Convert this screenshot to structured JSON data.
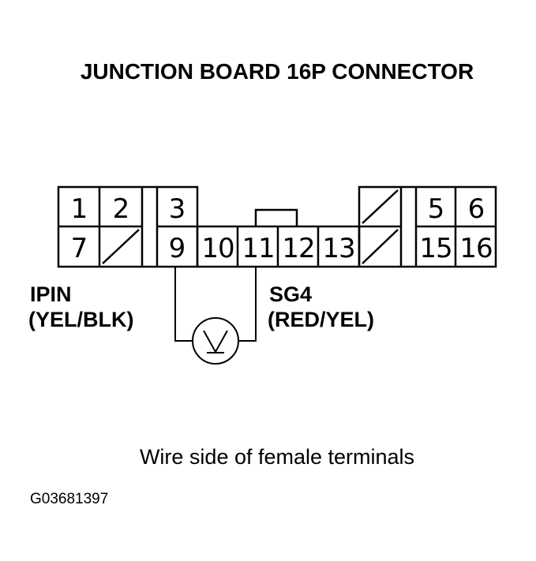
{
  "title": "JUNCTION BOARD 16P CONNECTOR",
  "connector": {
    "top_row_pins": [
      "1",
      "2",
      "3",
      "5",
      "6"
    ],
    "bottom_row_pins": [
      "7",
      "9",
      "10",
      "11",
      "12",
      "13",
      "15",
      "16"
    ]
  },
  "probe_left": {
    "name": "IPIN",
    "wire_color": "(YEL/BLK)"
  },
  "probe_right": {
    "name": "SG4",
    "wire_color": "(RED/YEL)"
  },
  "meter_symbol": "voltmeter-icon",
  "caption": "Wire side of female terminals",
  "figure_id": "G03681397"
}
